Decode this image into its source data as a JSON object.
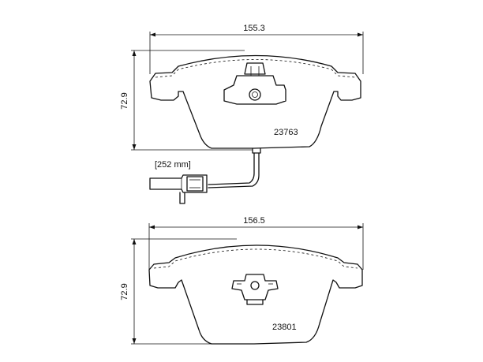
{
  "top_pad": {
    "width_label": "155.3",
    "height_label": "72.9",
    "part_number": "23763"
  },
  "sensor": {
    "length_label": "[252 mm]"
  },
  "bottom_pad": {
    "width_label": "156.5",
    "height_label": "72.9",
    "part_number": "23801"
  }
}
